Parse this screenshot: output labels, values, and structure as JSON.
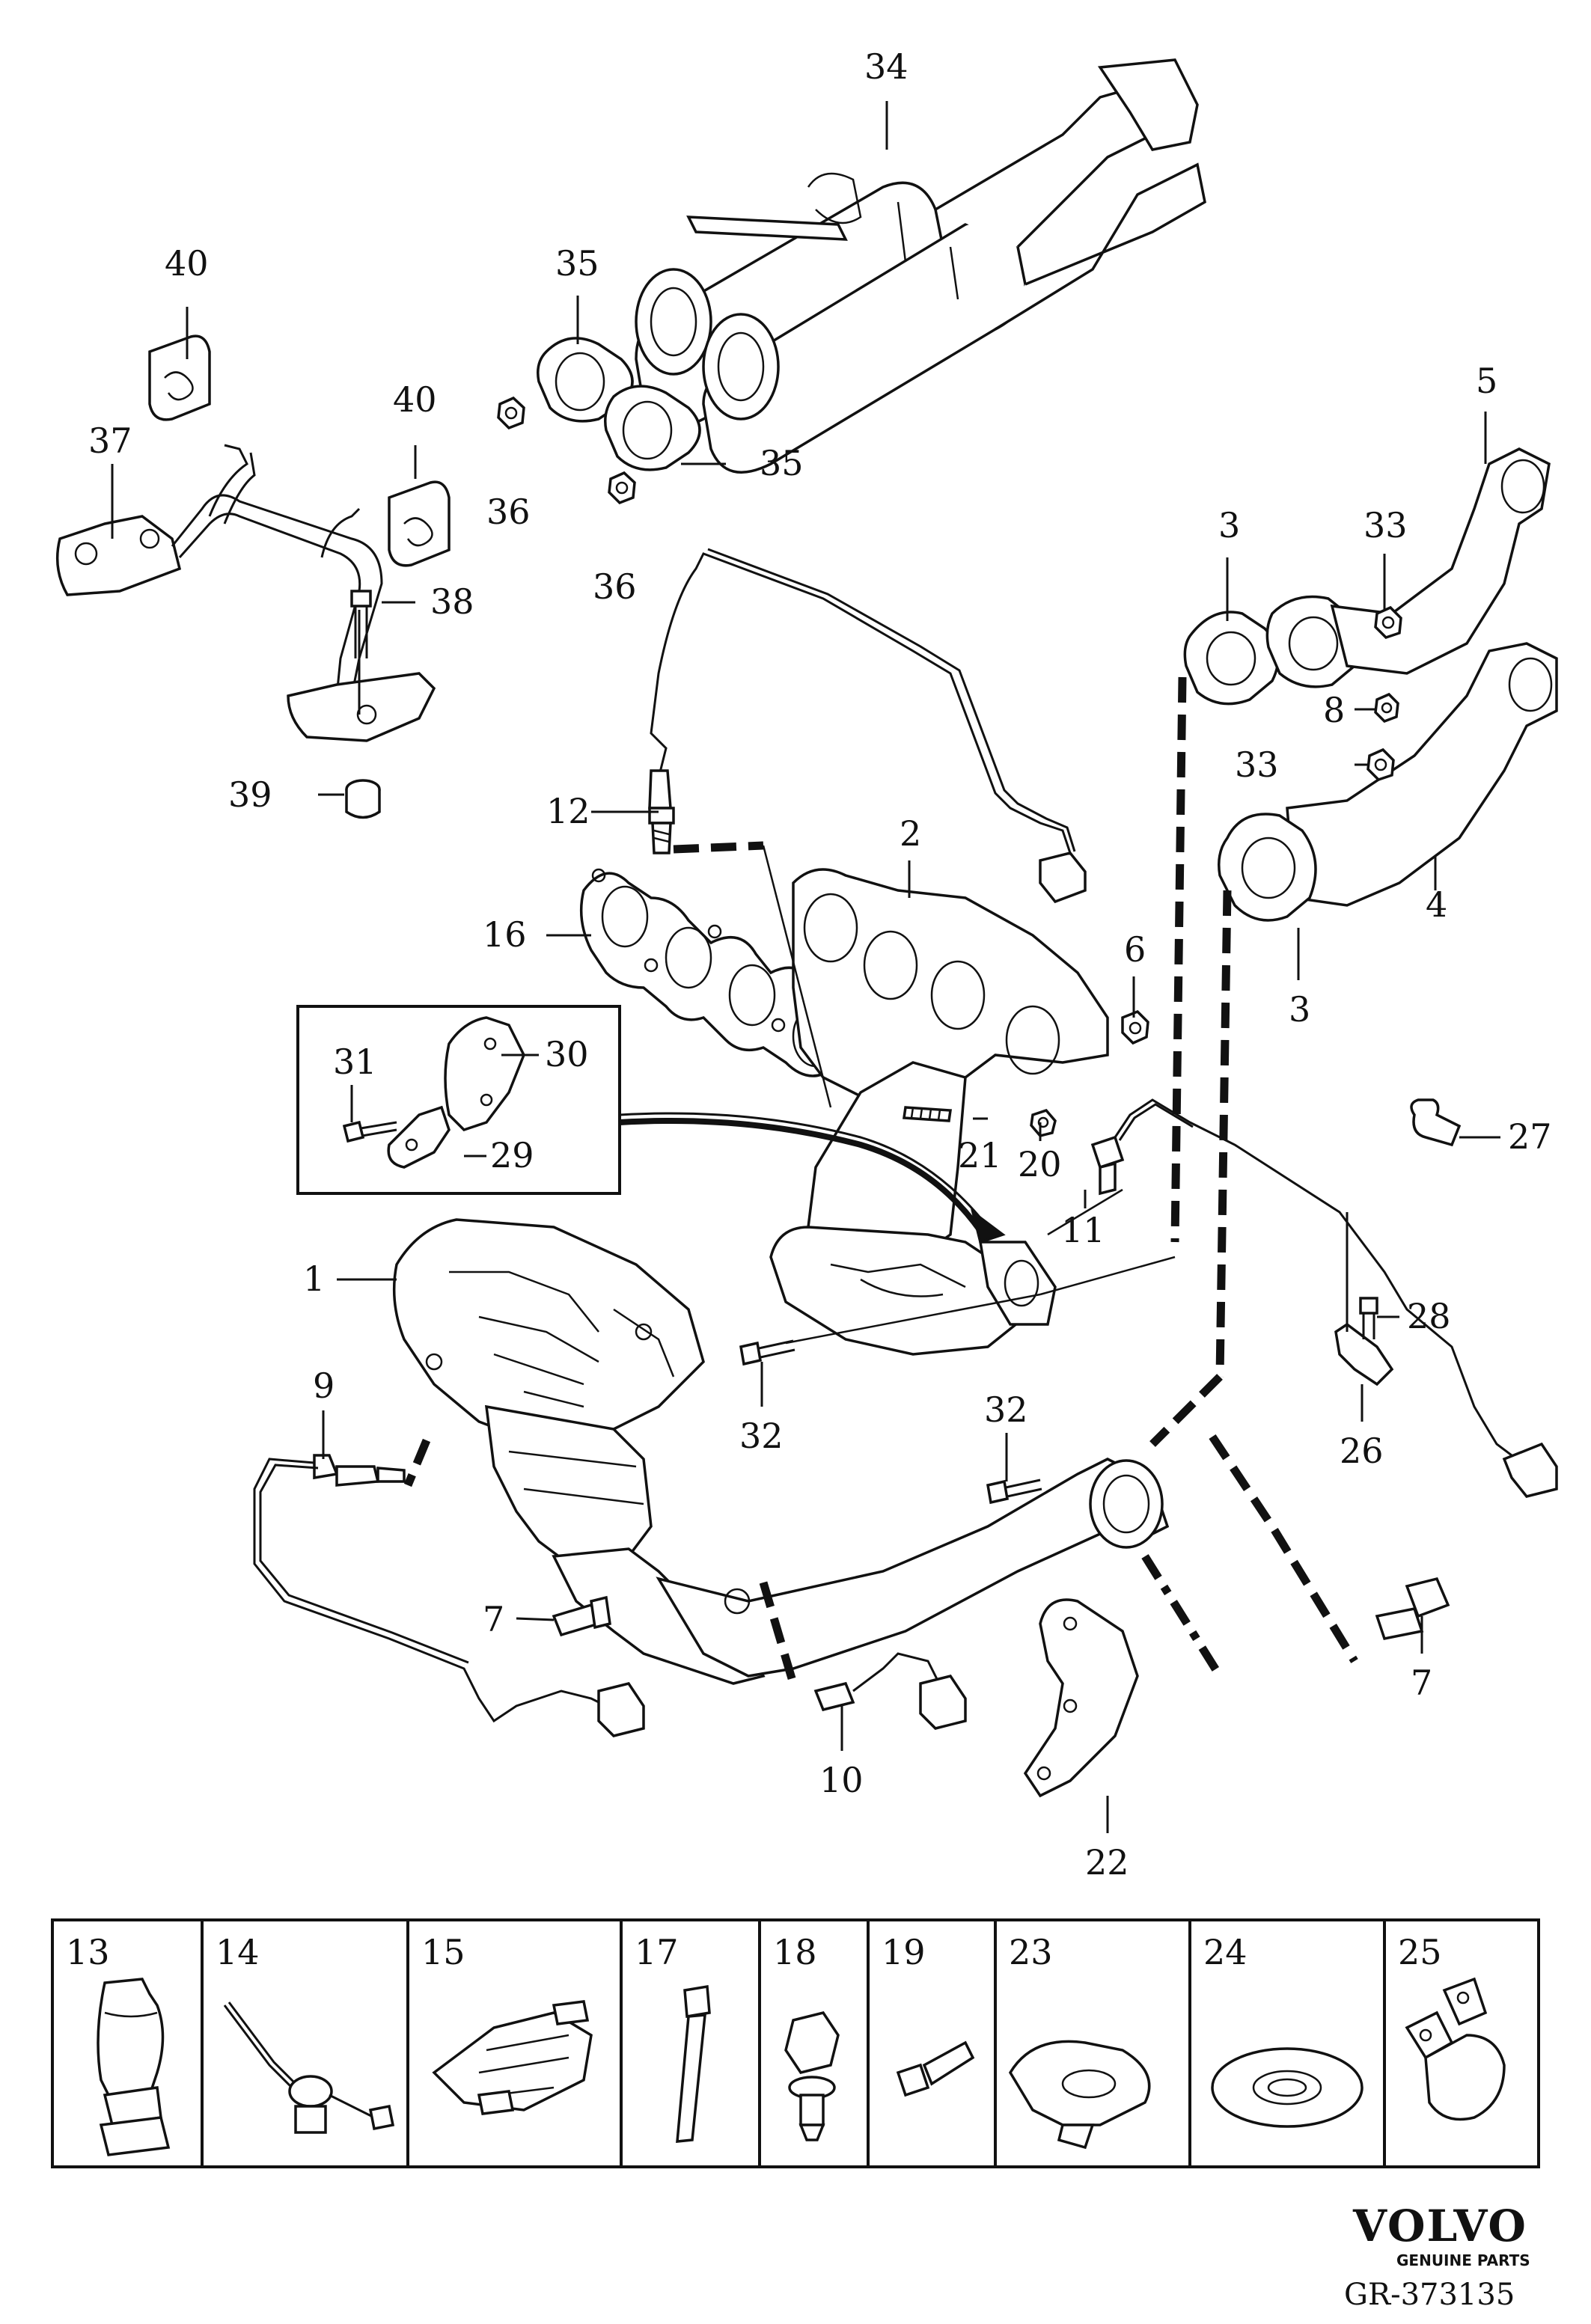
{
  "diagram_ref": "GR-373135",
  "brand": {
    "name": "VOLVO",
    "tagline": "GENUINE PARTS"
  },
  "callouts": {
    "c1": "1",
    "c2": "2",
    "c3a": "3",
    "c3b": "3",
    "c4": "4",
    "c5": "5",
    "c6": "6",
    "c7a": "7",
    "c7b": "7",
    "c8": "8",
    "c9": "9",
    "c10": "10",
    "c11": "11",
    "c12": "12",
    "c16": "16",
    "c20": "20",
    "c21": "21",
    "c22": "22",
    "c26": "26",
    "c27": "27",
    "c28": "28",
    "c29": "29",
    "c30": "30",
    "c31": "31",
    "c32a": "32",
    "c32b": "32",
    "c33a": "33",
    "c33b": "33",
    "c34": "34",
    "c35a": "35",
    "c35b": "35",
    "c36a": "36",
    "c36b": "36",
    "c37": "37",
    "c38": "38",
    "c39": "39",
    "c40a": "40",
    "c40b": "40"
  },
  "legend": [
    "13",
    "14",
    "15",
    "17",
    "18",
    "19",
    "23",
    "24",
    "25"
  ]
}
